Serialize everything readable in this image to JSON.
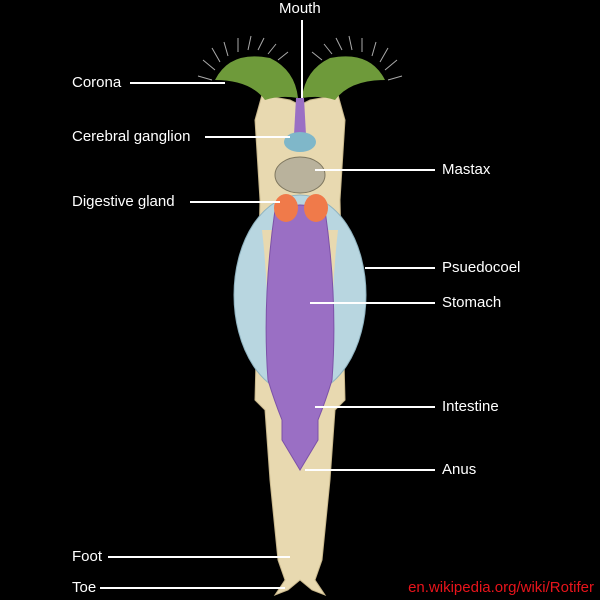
{
  "labels": {
    "mouth": "Mouth",
    "corona": "Corona",
    "cerebral_ganglion": "Cerebral ganglion",
    "mastax": "Mastax",
    "digestive_gland": "Digestive gland",
    "pseudocoel": "Psuedocoel",
    "stomach": "Stomach",
    "intestine": "Intestine",
    "anus": "Anus",
    "foot": "Foot",
    "toe": "Toe"
  },
  "watermark": "en.wikipedia.org/wiki/Rotifer",
  "colors": {
    "background": "#000000",
    "body": "#e8d9b0",
    "corona": "#6e9a3a",
    "pseudocoel": "#b8d6e0",
    "stomach": "#9a6fc4",
    "digestive_gland": "#f07a4a",
    "mastax": "#b9b29c",
    "ganglion": "#7fb7c9",
    "watermark": "#e8141b"
  }
}
